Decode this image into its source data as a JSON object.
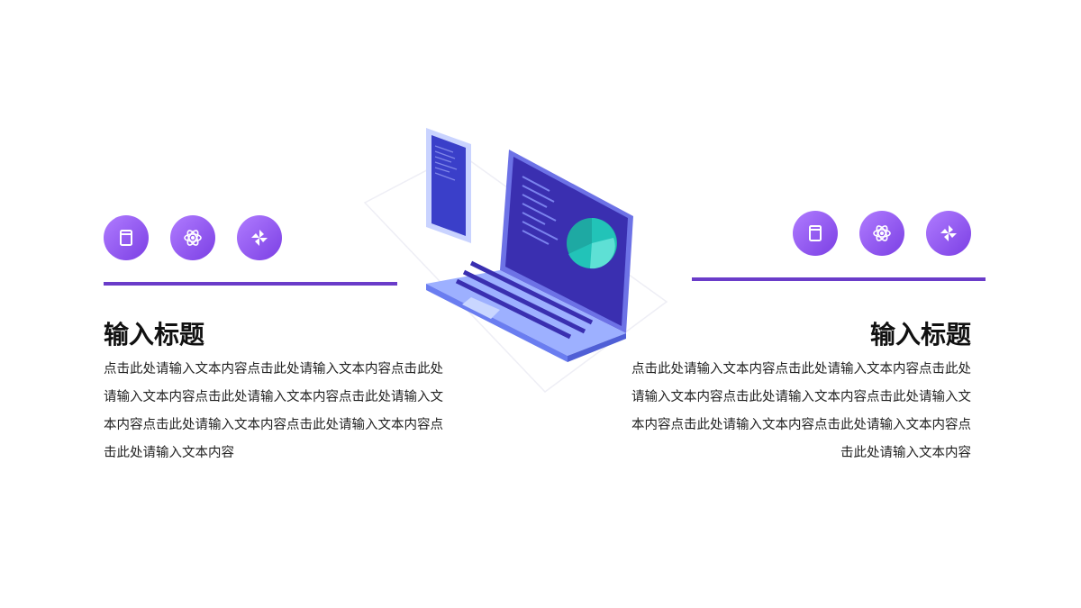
{
  "left": {
    "title": "输入标题",
    "text": "点击此处请输入文本内容点击此处请输入文本内容点击此处请输入文本内容点击此处请输入文本内容点击此处请输入文本内容点击此处请输入文本内容点击此处请输入文本内容点击此处请输入文本内容",
    "icons": [
      "book-icon",
      "atom-icon",
      "pinwheel-icon"
    ]
  },
  "right": {
    "title": "输入标题",
    "text": "点击此处请输入文本内容点击此处请输入文本内容点击此处请输入文本内容点击此处请输入文本内容点击此处请输入文本内容点击此处请输入文本内容点击此处请输入文本内容点击此处请输入文本内容",
    "icons": [
      "book-icon",
      "atom-icon",
      "pinwheel-icon"
    ]
  },
  "colors": {
    "accent": "#6a3cc9",
    "icon_gradient_start": "#b07cff",
    "icon_gradient_end": "#7b3fe4",
    "screen": "#3a2fb0",
    "pie": "#22c3b8"
  }
}
